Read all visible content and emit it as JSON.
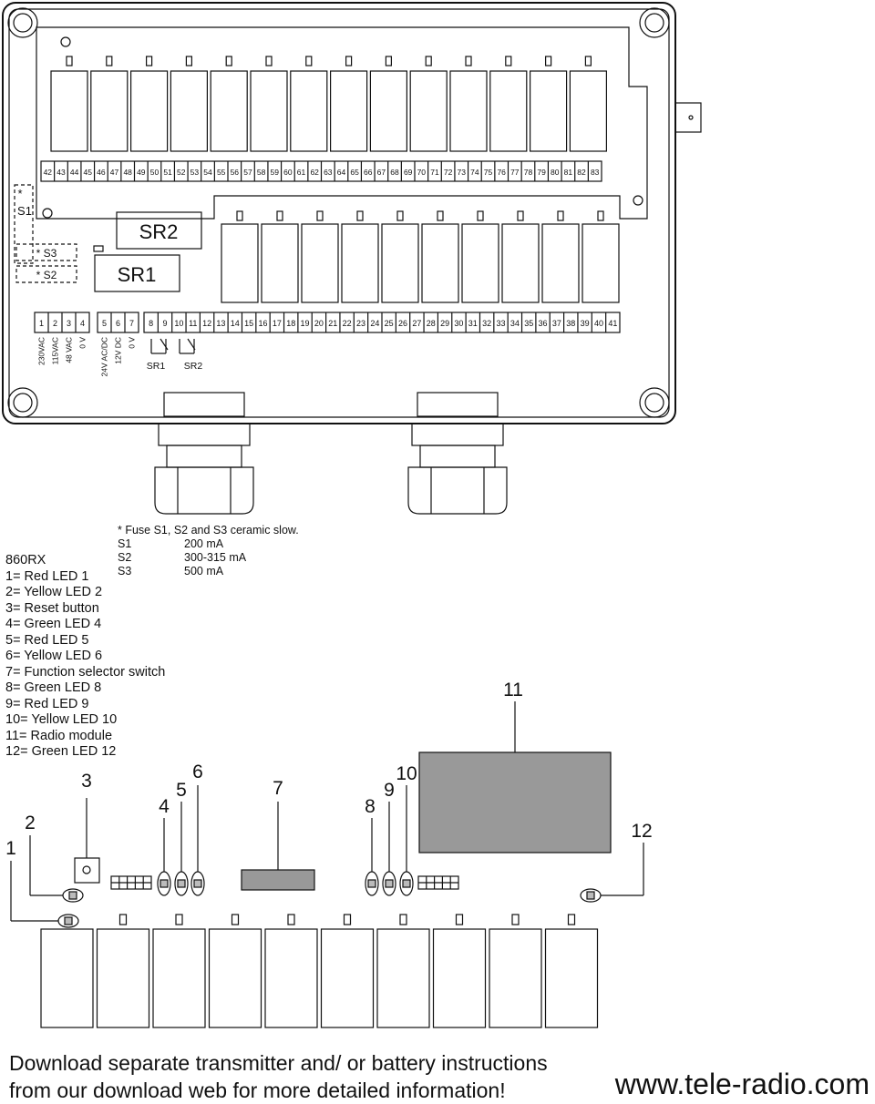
{
  "top_terminals": [
    "42",
    "43",
    "44",
    "45",
    "46",
    "47",
    "48",
    "49",
    "50",
    "51",
    "52",
    "53",
    "54",
    "55",
    "56",
    "57",
    "58",
    "59",
    "60",
    "61",
    "62",
    "63",
    "64",
    "65",
    "66",
    "67",
    "68",
    "69",
    "70",
    "71",
    "72",
    "73",
    "74",
    "75",
    "76",
    "77",
    "78",
    "79",
    "80",
    "81",
    "82",
    "83"
  ],
  "bottom_terminals_power": [
    "1",
    "2",
    "3",
    "4"
  ],
  "bottom_terminals_mid": [
    "5",
    "6",
    "7"
  ],
  "bottom_terminals_main": [
    "8",
    "9",
    "10",
    "11",
    "12",
    "13",
    "14",
    "15",
    "16",
    "17",
    "18",
    "19",
    "20",
    "21",
    "22",
    "23",
    "24",
    "25",
    "26",
    "27",
    "28",
    "29",
    "30",
    "31",
    "32",
    "33",
    "34",
    "35",
    "36",
    "37",
    "38",
    "39",
    "40",
    "41"
  ],
  "power_labels": [
    "230VAC",
    "115VAC",
    "48 VAC",
    "0 V"
  ],
  "mid_labels": [
    "24V AC/DC",
    "12V DC",
    "0 V"
  ],
  "sr_labels": {
    "sr1_box": "SR1",
    "sr2_box": "SR2",
    "sr1": "SR1",
    "sr2": "SR2"
  },
  "fuse_labels": {
    "s1_star": "*",
    "s1": "S1",
    "s3": "* S3",
    "s2": "* S2"
  },
  "fuse_note": {
    "title": "* Fuse S1, S2 and S3 ceramic slow.",
    "rows": [
      {
        "fuse": "S1",
        "value": "200 mA"
      },
      {
        "fuse": "S2",
        "value": "300-315 mA"
      },
      {
        "fuse": "S3",
        "value": "500 mA"
      }
    ]
  },
  "legend": {
    "model": "860RX",
    "items": [
      "1= Red LED 1",
      "2= Yellow LED 2",
      "3= Reset button",
      "4= Green LED 4",
      "5= Red LED 5",
      "6= Yellow LED 6",
      "7= Function selector switch",
      "8= Green LED 8",
      "9= Red LED 9",
      "10= Yellow LED 10",
      "11= Radio module",
      "12= Green LED 12"
    ]
  },
  "callouts": [
    "1",
    "2",
    "3",
    "4",
    "5",
    "6",
    "7",
    "8",
    "9",
    "10",
    "11",
    "12"
  ],
  "footer": {
    "line1": "Download separate transmitter and/ or battery instructions",
    "line2": "from our download web for more detailed information!",
    "website": "www.tele-radio.com"
  }
}
